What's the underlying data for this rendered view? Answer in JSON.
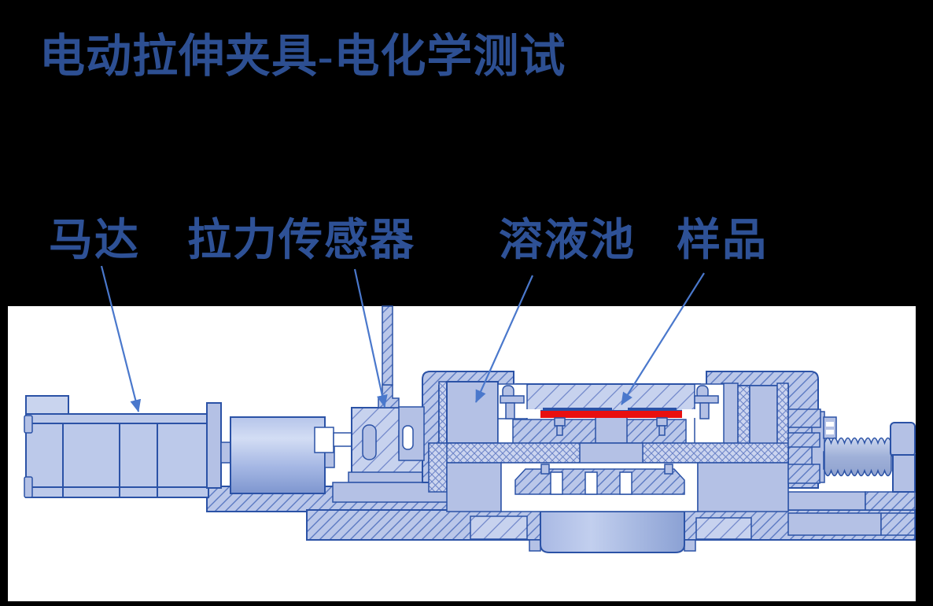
{
  "title": {
    "text": "电动拉伸夹具-电化学测试"
  },
  "annotations": {
    "labels": [
      {
        "id": "motor",
        "text": "马达"
      },
      {
        "id": "load-cell",
        "text": "拉力传感器"
      },
      {
        "id": "solution-pool",
        "text": "溶液池"
      },
      {
        "id": "sample",
        "text": "样品"
      }
    ]
  },
  "figure": {
    "type": "cad-cross-section",
    "parts": [
      "motor",
      "coupling",
      "load-cell",
      "solution-pool",
      "sample-strip",
      "lead-screw",
      "base-plate"
    ],
    "sample_strip_color": "#e90f0f"
  },
  "colors": {
    "page_background": "#000000",
    "figure_background": "#ffffff",
    "title_text": "#2d4f92",
    "label_text": "#2e5196",
    "leader_line": "#4a78cc",
    "outline": "#2b52a6",
    "fill_plain": "#b4c1e5",
    "fill_light": "#c9d4ee",
    "sample_red": "#e90f0f"
  }
}
